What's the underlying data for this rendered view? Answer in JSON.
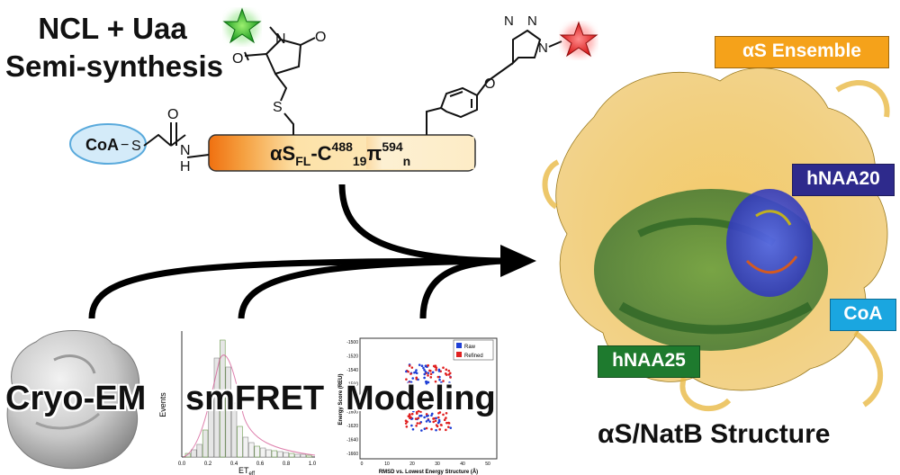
{
  "title_lines": [
    "NCL + Uaa",
    "Semi-synthesis"
  ],
  "coa_tag": "CoA",
  "s_atom": "S",
  "peptide_label": {
    "prefix": "αS",
    "sub1": "FL",
    "mid": "-C",
    "sup1": "488",
    "sub2": "19",
    "pi": "π",
    "sup2": "594",
    "sub3": "n"
  },
  "chem_atoms": {
    "carbonyl_o": "O",
    "amide_n": "N",
    "amide_h": "H",
    "maleimide_n": "N",
    "maleimide_o1": "O",
    "maleimide_o2": "O",
    "thioether_s": "S",
    "ether_o": "O",
    "triazole_n1": "N",
    "triazole_n2": "N",
    "triazole_n3": "N"
  },
  "methods": [
    "Cryo-EM",
    "smFRET",
    "Modeling"
  ],
  "smfret_plot": {
    "ylabel": "Events",
    "xlabel": "ET",
    "xlabel_sub": "eff",
    "xticks": [
      "0.0",
      "0.2",
      "0.4",
      "0.6",
      "0.8",
      "1.0"
    ]
  },
  "modeling_plot": {
    "ylabel": "Energy Score (REU)",
    "xlabel": "RMSD vs. Lowest Energy Structure (Å)",
    "yticks": [
      "-1500",
      "-1520",
      "-1540",
      "-1560",
      "-1580",
      "-1600",
      "-1620",
      "-1640",
      "-1660"
    ],
    "xticks": [
      "0",
      "10",
      "20",
      "30",
      "40",
      "50"
    ],
    "legend": [
      {
        "name": "Raw",
        "color": "#1f3fd6"
      },
      {
        "name": "Refined",
        "color": "#e02020"
      }
    ]
  },
  "structure_labels": [
    {
      "text": "αS Ensemble",
      "bg": "#f5a21a",
      "color": "#ffffff"
    },
    {
      "text": "hNAA20",
      "bg": "#2e2a8c",
      "color": "#ffffff"
    },
    {
      "text": "CoA",
      "bg": "#1aa6e0",
      "color": "#ffffff"
    },
    {
      "text": "hNAA25",
      "bg": "#1e7a2e",
      "color": "#ffffff"
    }
  ],
  "result_title": "αS/NatB Structure",
  "colors": {
    "orange": "#f07a10",
    "cream": "#fdebc0",
    "gold": "#f2c04a",
    "green": "#2f8a2f",
    "blue": "#2a3ad0",
    "coa_fill": "#cfe8f8",
    "coa_stroke": "#58a8dc"
  }
}
